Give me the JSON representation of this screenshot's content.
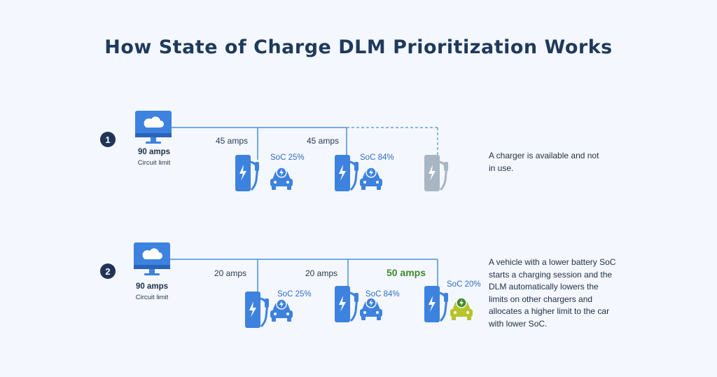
{
  "title": "How State of Charge DLM Prioritization Works",
  "colors": {
    "line": "#4a90d9",
    "charger": "#3d82de",
    "charger_idle": "#a8b5c2",
    "car": "#3d82de",
    "car_low": "#b7c42a",
    "badge": "#1f3557",
    "highlight": "#3d8a2a"
  },
  "step1": {
    "badge": "1",
    "limit_value": "90 amps",
    "limit_label": "Circuit limit",
    "branch_a_amps": "45 amps",
    "branch_b_amps": "45 amps",
    "charger_a_soc": "SoC 25%",
    "charger_b_soc": "SoC 84%",
    "description": "A charger is available and not in use."
  },
  "step2": {
    "badge": "2",
    "limit_value": "90 amps",
    "limit_label": "Circuit limit",
    "branch_a_amps": "20 amps",
    "branch_b_amps": "20 amps",
    "branch_c_amps": "50 amps",
    "charger_a_soc": "SoC 25%",
    "charger_b_soc": "SoC 84%",
    "charger_c_soc": "SoC 20%",
    "description": "A vehicle with a lower battery SoC starts a charging session and the DLM automatically lowers the limits on other chargers and allocates a higher limit to the car with lower SoC."
  },
  "icons": {
    "controller": "cloud-monitor-icon",
    "charger": "ev-charger-icon",
    "car": "electric-car-icon"
  }
}
